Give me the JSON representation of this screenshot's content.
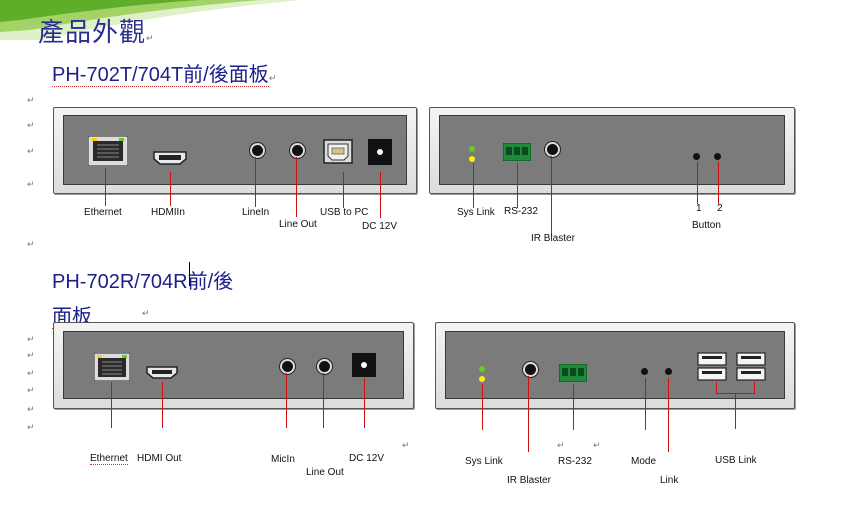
{
  "page": {
    "title": "產品外觀",
    "section_tx": "PH-702T/704T前/後面板",
    "section_rx_line1": "PH-702R/704R前/後",
    "section_rx_line2": "面板",
    "return_mark": "↵"
  },
  "tx_labels": {
    "ethernet": "Ethernet",
    "hdmi_in": "HDMIIn",
    "line_in": "LineIn",
    "line_out": "Line Out",
    "usb_to_pc": "USB to PC",
    "dc_12v": "DC 12V",
    "sys_link": "Sys Link",
    "rs232": "RS-232",
    "ir_blaster": "IR Blaster",
    "btn_1": "1",
    "btn_2": "2",
    "button": "Button"
  },
  "rx_labels": {
    "ethernet": "Ethernet",
    "hdmi_out": "HDMI Out",
    "mic_in": "MicIn",
    "line_out": "Line Out",
    "dc_12v": "DC 12V",
    "sys_link": "Sys Link",
    "ir_blaster": "IR Blaster",
    "rs232": "RS-232",
    "mode": "Mode",
    "link": "Link",
    "usb_link": "USB Link"
  },
  "colors": {
    "title": "#2a2f8f",
    "leader_line": "#cc1111",
    "panel_face": "#7b7b7b",
    "led_green": "#66cc22",
    "led_yellow": "#ffee00",
    "terminal_green": "#1e8a3a"
  }
}
